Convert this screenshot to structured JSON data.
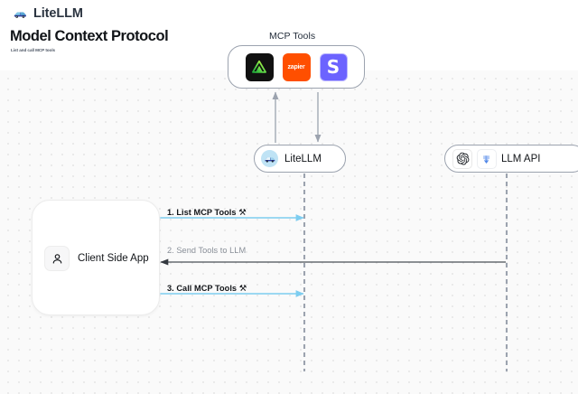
{
  "header": {
    "brand": "LiteLLM",
    "brand_icon": "litellm-logo-icon",
    "title": "Model Context Protocol",
    "subtitle": "List and call MCP tools"
  },
  "canvas": {
    "background": "#fafafa",
    "dot_color": "#e4e4e4"
  },
  "mcp_tools": {
    "label": "MCP Tools",
    "tools": [
      {
        "name": "andela",
        "icon": "green-triangle-icon",
        "bg": "#111111",
        "text": ""
      },
      {
        "name": "zapier",
        "icon": "zapier-icon",
        "bg": "#ff4f00",
        "text": "zapier"
      },
      {
        "name": "slack",
        "icon": "slack-s-icon",
        "bg": "#6c63ff",
        "text": "S"
      }
    ]
  },
  "nodes": {
    "litellm": {
      "label": "LiteLLM",
      "icon": "litellm-avatar-icon"
    },
    "llm_api": {
      "label": "LLM API",
      "icons": [
        "openai-icon",
        "anthropic-icon"
      ]
    },
    "client": {
      "label": "Client Side App",
      "icon": "user-icon"
    }
  },
  "edges": [
    {
      "id": "step-1",
      "label": "1. List MCP Tools",
      "emoji": "⚒",
      "color": "#7dcdf0",
      "direction": "bidirectional"
    },
    {
      "id": "step-2",
      "label": "2. Send Tools to LLM",
      "emoji": "",
      "color": "#4b5058",
      "direction": "left"
    },
    {
      "id": "step-3",
      "label": "3. Call MCP Tools",
      "emoji": "⚒",
      "color": "#7dcdf0",
      "direction": "bidirectional"
    }
  ],
  "lifelines": {
    "color": "#9ca3af",
    "style": "dashed"
  },
  "vertical_arrows": {
    "color": "#9ca3af",
    "up": "list-tools-up-arrow",
    "down": "call-tools-down-arrow"
  }
}
